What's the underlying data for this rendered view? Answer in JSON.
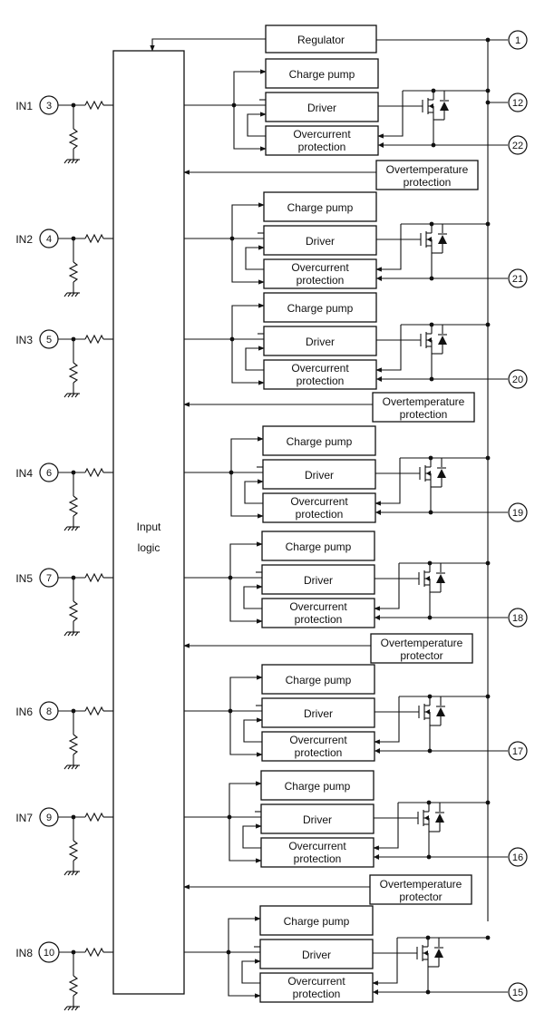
{
  "logic": {
    "label_line1": "Input",
    "label_line2": "logic"
  },
  "regulator": {
    "label": "Regulator",
    "pin": "1"
  },
  "supply_pin": "12",
  "ground_pin": "22",
  "blocks": {
    "charge_pump": "Charge pump",
    "driver": "Driver",
    "overcurrent_line1": "Overcurrent",
    "overcurrent_line2": "protection"
  },
  "inputs": [
    {
      "name": "IN1",
      "pin": "3"
    },
    {
      "name": "IN2",
      "pin": "4"
    },
    {
      "name": "IN3",
      "pin": "5"
    },
    {
      "name": "IN4",
      "pin": "6"
    },
    {
      "name": "IN5",
      "pin": "7"
    },
    {
      "name": "IN6",
      "pin": "8"
    },
    {
      "name": "IN7",
      "pin": "9"
    },
    {
      "name": "IN8",
      "pin": "10"
    }
  ],
  "outputs": [
    "22",
    "21",
    "20",
    "19",
    "18",
    "17",
    "16",
    "15"
  ],
  "overtemp": [
    {
      "line1": "Overtemperature",
      "line2": "protection"
    },
    {
      "line1": "Overtemperature",
      "line2": "protection"
    },
    {
      "line1": "Overtemperature",
      "line2": "protector"
    },
    {
      "line1": "Overtemperature",
      "line2": "protector"
    }
  ]
}
